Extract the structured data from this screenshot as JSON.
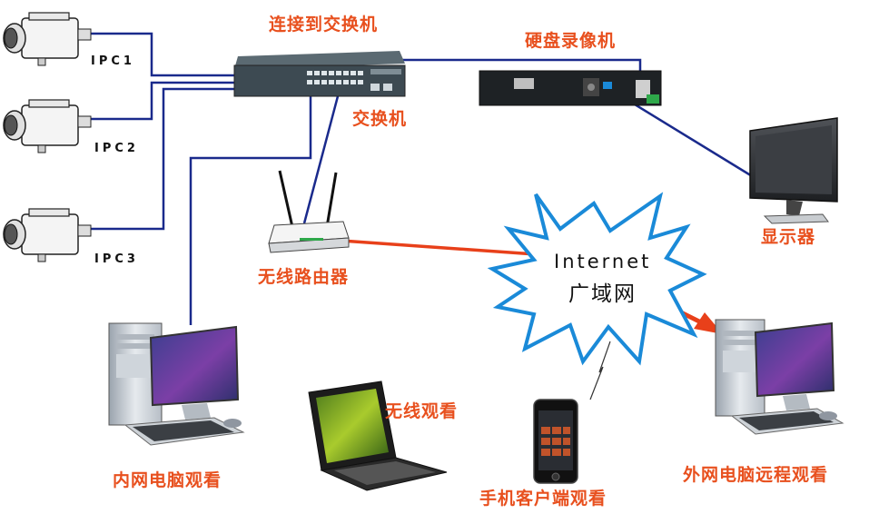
{
  "labels": {
    "switch_top": "连接到交换机",
    "dvr": "硬盘录像机",
    "switch": "交换机",
    "monitor": "显示器",
    "router": "无线路由器",
    "internet_en": "Internet",
    "internet_cn": "广域网",
    "lan_pc": "内网电脑观看",
    "wireless_view": "无线观看",
    "mobile_view": "手机客户端观看",
    "wan_pc": "外网电脑远程观看"
  },
  "cameras": [
    {
      "label": "IPC1"
    },
    {
      "label": "IPC2"
    },
    {
      "label": "IPC3"
    }
  ],
  "colors": {
    "cable": "#1a2a8c",
    "link_red": "#e8401a",
    "label": "#e8501e",
    "burst_stroke": "#1a8ad8"
  },
  "nodes": [
    "switch",
    "dvr",
    "monitor",
    "router",
    "internet-cloud",
    "lan-pc",
    "laptop",
    "smartphone",
    "wan-pc",
    "camera-ipc1",
    "camera-ipc2",
    "camera-ipc3"
  ]
}
